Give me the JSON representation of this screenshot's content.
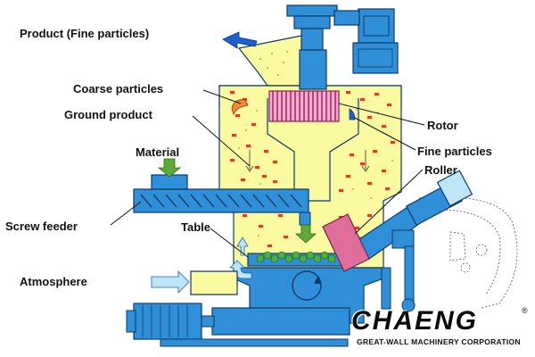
{
  "labels": {
    "product": "Product (Fine particles)",
    "coarse_particles": "Coarse particles",
    "ground_product": "Ground product",
    "material": "Material",
    "screw_feeder": "Screw feeder",
    "table": "Table",
    "atmosphere": "Atmosphere",
    "rotor": "Rotor",
    "fine_particles": "Fine particles",
    "roller": "Roller"
  },
  "logo": {
    "wordmark": "CHAENG",
    "tagline": "GREAT-WALL MACHINERY CORPORATION",
    "registered": "®"
  },
  "colors": {
    "machine_blue": "#2f8fd8",
    "chamber_yellow": "#fafaa0",
    "roller_pink": "#e06e9a",
    "arrow_green": "#5fa83a",
    "arrow_light_blue": "#bfe6f6",
    "particle_red": "#e23b1e",
    "product_arrow_blue": "#1c5fd0",
    "grinding_balls_green": "#4fb238"
  }
}
